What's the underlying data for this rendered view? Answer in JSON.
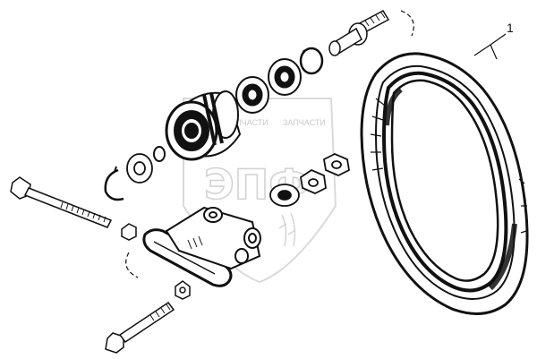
{
  "callouts": [
    {
      "id": "belt",
      "text": "1"
    }
  ],
  "watermark": {
    "big": "ЭПФ",
    "small_left": "ЗАПЧАСТИ",
    "small_right": "ЗАПЧАСТИ"
  },
  "colors": {
    "ink": "#111111",
    "watermark": "#cccccc",
    "background": "#ffffff"
  }
}
